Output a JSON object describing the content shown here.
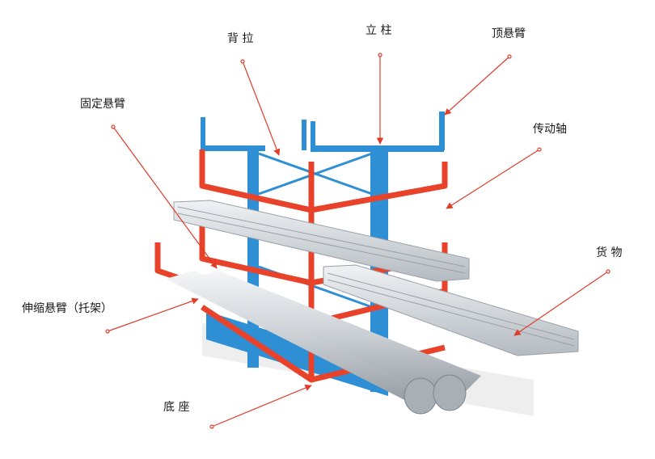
{
  "labels": {
    "bei_la": "背 拉",
    "li_zhu": "立 柱",
    "ding_xuan_bi": "顶悬臂",
    "gu_ding_xuan_bi": "固定悬臂",
    "chuan_dong_zhou": "传动轴",
    "huo_wu": "货 物",
    "shen_suo_xuan_bi": "伸缩悬臂（托架）",
    "di_zuo": "底 座"
  },
  "colors": {
    "upright_blue": "#2f8fd4",
    "arm_red": "#e8432a",
    "leader_red": "#e03c2a",
    "pipe_gray": "#cfd4d9"
  }
}
